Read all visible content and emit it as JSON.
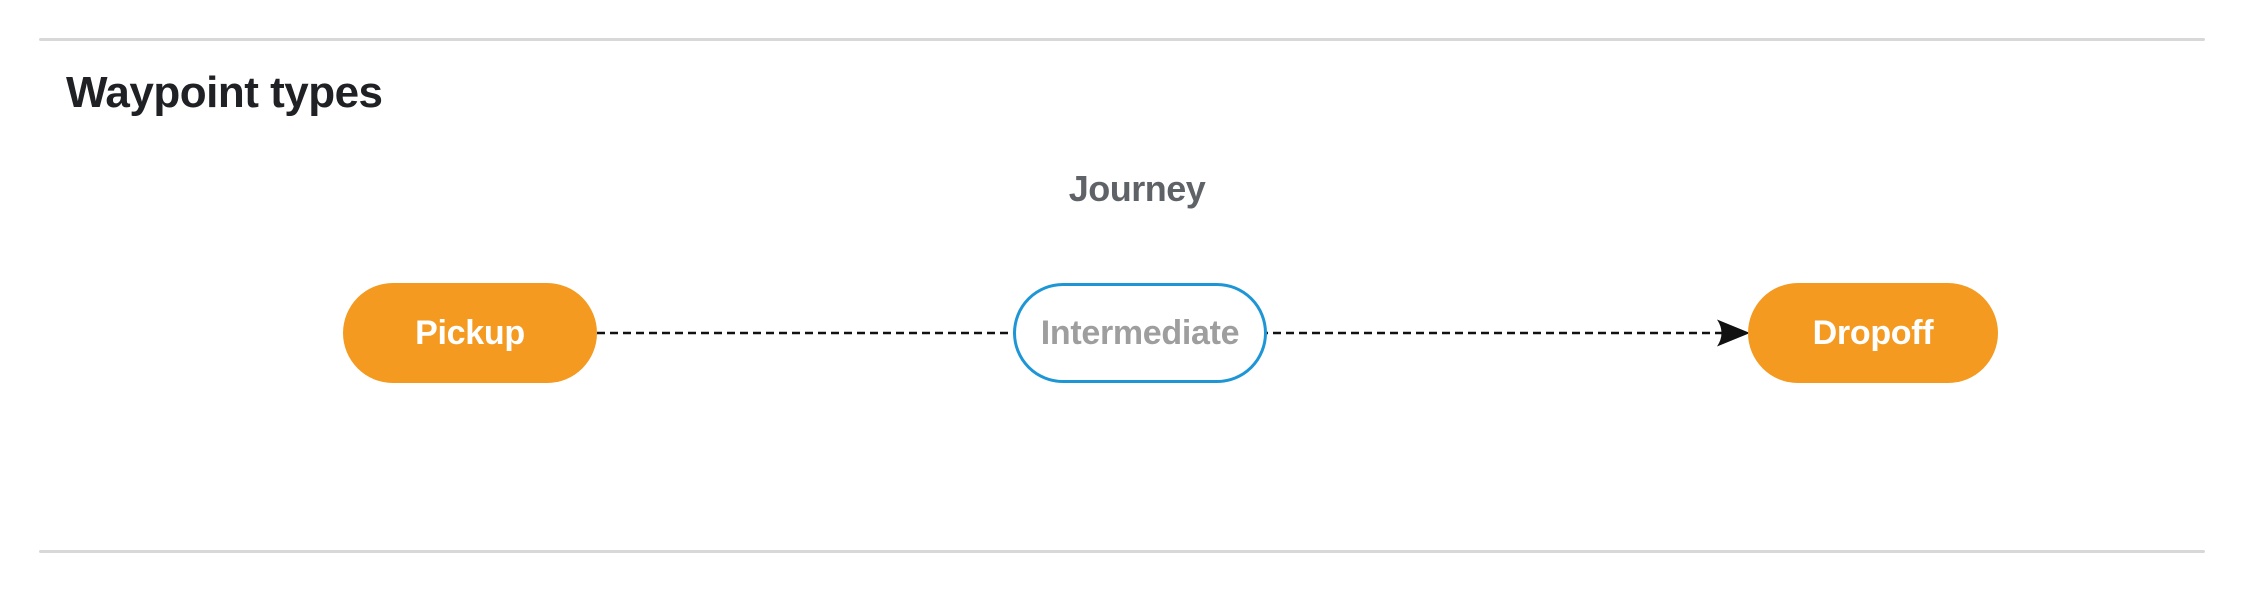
{
  "section": {
    "title": "Waypoint types"
  },
  "diagram": {
    "label": "Journey",
    "nodes": [
      {
        "id": "pickup",
        "label": "Pickup",
        "variant": "filled"
      },
      {
        "id": "intermediate",
        "label": "Intermediate",
        "variant": "outlined"
      },
      {
        "id": "dropoff",
        "label": "Dropoff",
        "variant": "filled"
      }
    ],
    "edges": [
      {
        "from": "pickup",
        "to": "dropoff",
        "via": [
          "intermediate"
        ],
        "style": "dashed",
        "arrowhead": "end"
      }
    ]
  },
  "colors": {
    "node_fill": "#F49A21",
    "node_fill_text": "#FFFFFF",
    "outlined_border": "#1E96D6",
    "outlined_text": "#9E9E9E",
    "journey_label": "#5F6368",
    "title": "#202124",
    "divider": "#D8D8D8",
    "connector": "#111111"
  }
}
